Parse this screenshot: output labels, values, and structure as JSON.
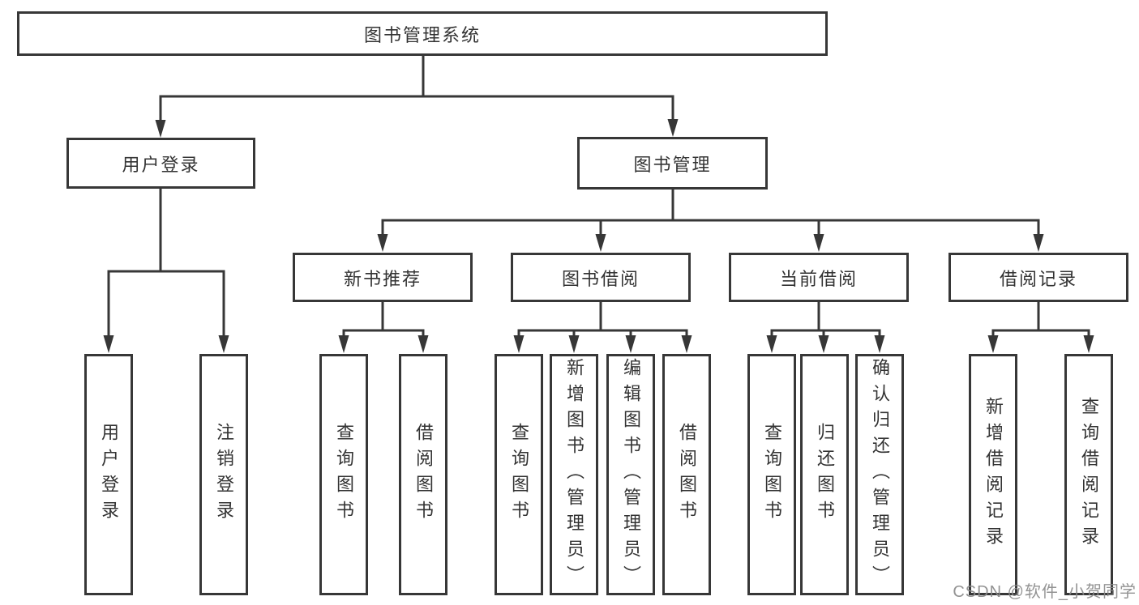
{
  "diagram_title": "图书管理系统",
  "nodes": {
    "root": {
      "label": "图书管理系统",
      "children": [
        "user_login",
        "book_management"
      ]
    },
    "user_login": {
      "label": "用户登录",
      "children": [
        "user_login_leaf",
        "logout_leaf"
      ]
    },
    "book_management": {
      "label": "图书管理",
      "children": [
        "new_book_recommend",
        "book_borrowing",
        "current_borrowing",
        "borrowing_records"
      ]
    },
    "new_book_recommend": {
      "label": "新书推荐",
      "children": [
        "query_books_1",
        "borrow_books_1"
      ]
    },
    "book_borrowing": {
      "label": "图书借阅",
      "children": [
        "query_books_2",
        "add_books_admin",
        "edit_books_admin",
        "borrow_books_2"
      ]
    },
    "current_borrowing": {
      "label": "当前借阅",
      "children": [
        "query_books_3",
        "return_books",
        "confirm_return_admin"
      ]
    },
    "borrowing_records": {
      "label": "借阅记录",
      "children": [
        "add_borrow_record",
        "query_borrow_record"
      ]
    },
    "user_login_leaf": {
      "label": "用户登录"
    },
    "logout_leaf": {
      "label": "注销登录"
    },
    "query_books_1": {
      "label": "查询图书"
    },
    "borrow_books_1": {
      "label": "借阅图书"
    },
    "query_books_2": {
      "label": "查询图书"
    },
    "add_books_admin": {
      "label": "新增图书（管理员）"
    },
    "edit_books_admin": {
      "label": "编辑图书（管理员）"
    },
    "borrow_books_2": {
      "label": "借阅图书"
    },
    "query_books_3": {
      "label": "查询图书"
    },
    "return_books": {
      "label": "归还图书"
    },
    "confirm_return_admin": {
      "label": "确认归还（管理员）"
    },
    "add_borrow_record": {
      "label": "新增借阅记录"
    },
    "query_borrow_record": {
      "label": "查询借阅记录"
    }
  },
  "watermark": {
    "text": "CSDN @软件_小贺同学"
  },
  "colors": {
    "line": "#373737",
    "box_border": "#373737",
    "text": "#333333",
    "background": "#ffffff",
    "watermark": "#8a8a8a"
  }
}
